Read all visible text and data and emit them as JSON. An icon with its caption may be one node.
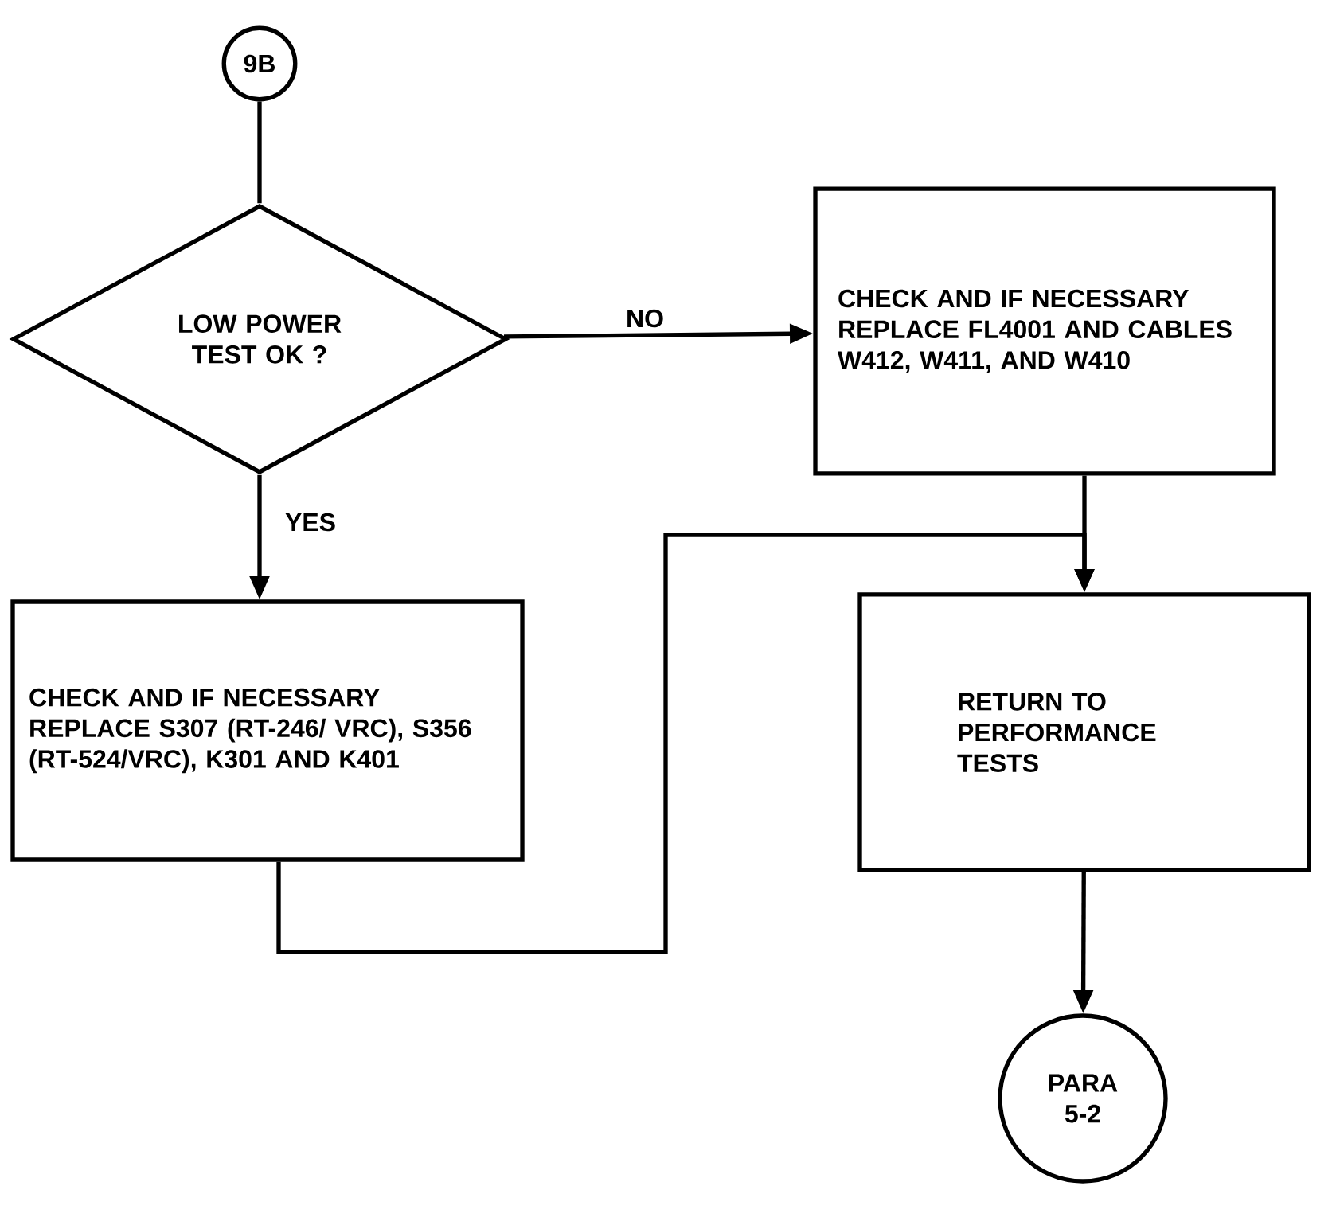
{
  "diagram": {
    "nodes": [
      {
        "text": [
          "9B"
        ]
      },
      {
        "text": [
          "LOW POWER TEST OK ?"
        ]
      },
      {
        "text": [
          "CHECK AND IF NECESSARY REPLACE FL4001 AND CABLES W412, W411, AND W410"
        ]
      },
      {
        "text": [
          "CHECK AND IF NECESSARY REPLACE S307 (RT-246/ VRC), S356 (RT-524/VRC), K301 AND K401"
        ]
      },
      {
        "text": [
          "RETURN TO PERFORMANCE TESTS"
        ]
      },
      {
        "text": [
          "PARA 5-2"
        ]
      }
    ],
    "edges": [
      {
        "from": 0,
        "to": 1,
        "arrow": "none"
      },
      {
        "from": 1,
        "to": 2,
        "arrow": "to",
        "label": "NO"
      },
      {
        "from": 1,
        "to": 3,
        "arrow": "to",
        "label": "YES"
      },
      {
        "from": 2,
        "to": 4,
        "arrow": "to"
      },
      {
        "from": 3,
        "to": 4,
        "arrow": "to"
      },
      {
        "from": 4,
        "to": 5,
        "arrow": "to"
      }
    ]
  }
}
